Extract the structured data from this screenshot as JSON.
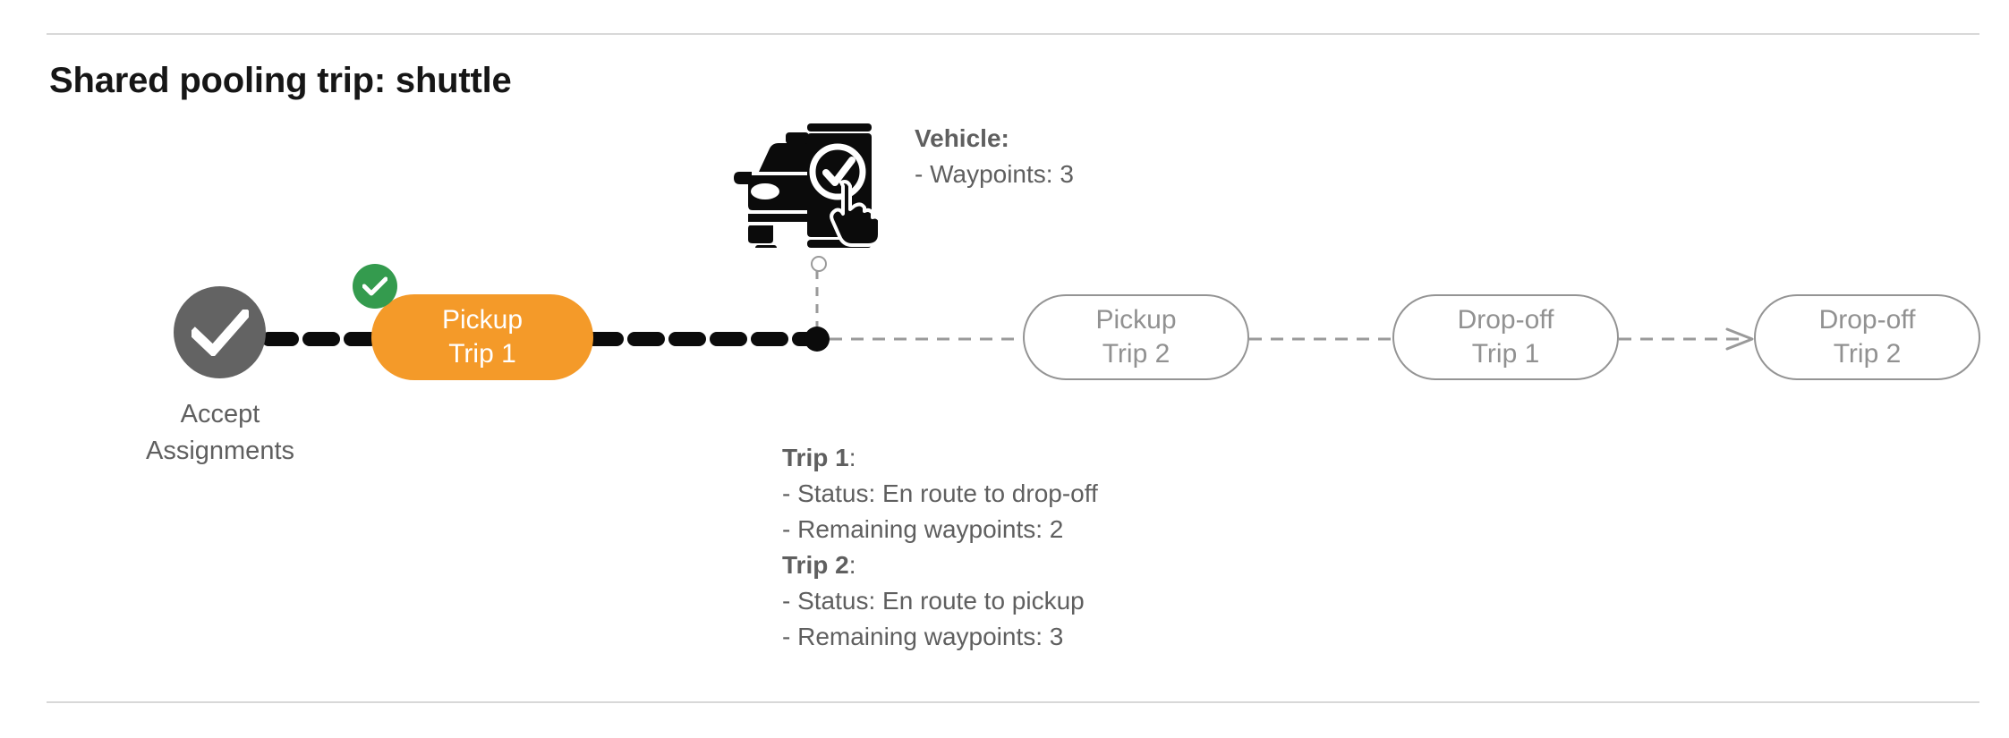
{
  "page": {
    "title": "Shared pooling trip: shuttle",
    "background": "#ffffff"
  },
  "colors": {
    "active_node": "#f49a29",
    "completed_badge": "#349b4e",
    "start_node": "#636363",
    "pending_border": "#949494",
    "pending_text": "#919191",
    "body_text": "#5f5f5f",
    "title_text": "#161616",
    "divider": "#d8d8d8",
    "traveled_path": "#0b0b0b",
    "upcoming_path": "#9a9a9a"
  },
  "flow": {
    "start": {
      "icon": "check-circle-icon",
      "label_line1": "Accept",
      "label_line2": "Assignments",
      "state": "completed"
    },
    "nodes": [
      {
        "id": "pickup-trip-1",
        "line1": "Pickup",
        "line2": "Trip 1",
        "state": "active",
        "badge": "completed-check"
      },
      {
        "id": "pickup-trip-2",
        "line1": "Pickup",
        "line2": "Trip 2",
        "state": "pending",
        "badge": null
      },
      {
        "id": "dropoff-trip-1",
        "line1": "Drop-off",
        "line2": "Trip 1",
        "state": "pending",
        "badge": null
      },
      {
        "id": "dropoff-trip-2",
        "line1": "Drop-off",
        "line2": "Trip 2",
        "state": "pending",
        "badge": null
      }
    ],
    "vehicle_marker": {
      "icon": "vehicle-app-check-icon"
    }
  },
  "vehicle_callout": {
    "heading": "Vehicle",
    "colon": ":",
    "lines": [
      "- Waypoints: 3"
    ]
  },
  "trip_callout": {
    "trip1": {
      "heading": "Trip 1",
      "colon": ":",
      "status": "- Status:  En route to drop-off",
      "waypoints": "- Remaining waypoints: 2"
    },
    "trip2": {
      "heading": "Trip 2",
      "colon": ":",
      "status": "- Status:  En route to pickup",
      "waypoints": "- Remaining waypoints: 3"
    }
  }
}
